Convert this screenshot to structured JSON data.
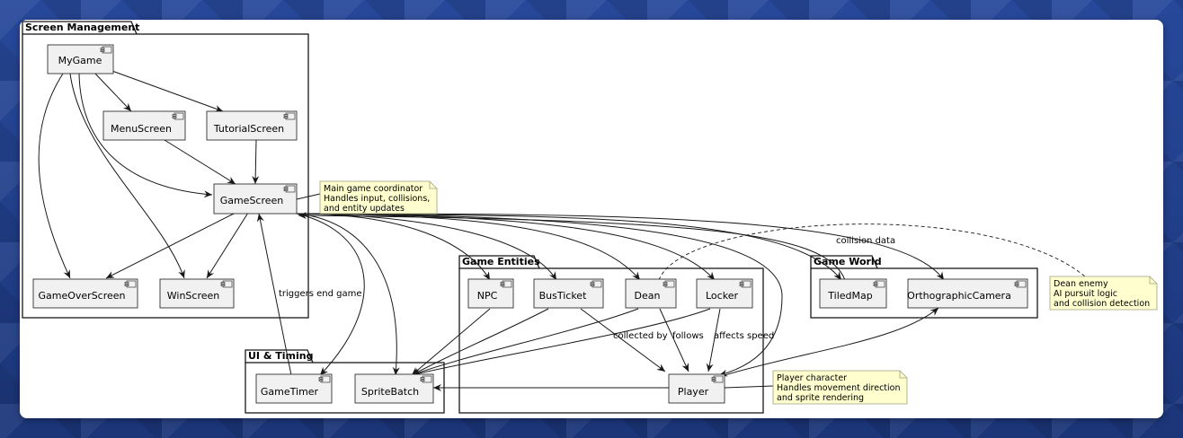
{
  "packages": {
    "screen_management": "Screen Management",
    "ui_timing": "UI & Timing",
    "game_entities": "Game Entities",
    "game_world": "Game World"
  },
  "components": {
    "mygame": "MyGame",
    "menuscreen": "MenuScreen",
    "tutorialscreen": "TutorialScreen",
    "gamescreen": "GameScreen",
    "gameoverscreen": "GameOverScreen",
    "winscreen": "WinScreen",
    "gametimer": "GameTimer",
    "spritebatch": "SpriteBatch",
    "npc": "NPC",
    "busticket": "BusTicket",
    "dean": "Dean",
    "locker": "Locker",
    "player": "Player",
    "tiledmap": "TiledMap",
    "orthographiccamera": "OrthographicCamera"
  },
  "notes": {
    "gamescreen": [
      "Main game coordinator",
      "Handles input, collisions,",
      "and entity updates"
    ],
    "dean": [
      "Dean enemy",
      "AI pursuit logic",
      "and collision detection"
    ],
    "player": [
      "Player character",
      "Handles movement direction",
      "and sprite rendering"
    ]
  },
  "edge_labels": {
    "triggers_end_game": "triggers end game",
    "collision_data": "collision data",
    "collected_by": "collected by",
    "follows": "follows",
    "affects_speed": "affects speed"
  },
  "colors": {
    "component_fill": "#f1f1f1",
    "component_stroke": "#181818",
    "note_fill": "#fefece",
    "note_stroke": "#a0a080",
    "edge": "#181818"
  }
}
